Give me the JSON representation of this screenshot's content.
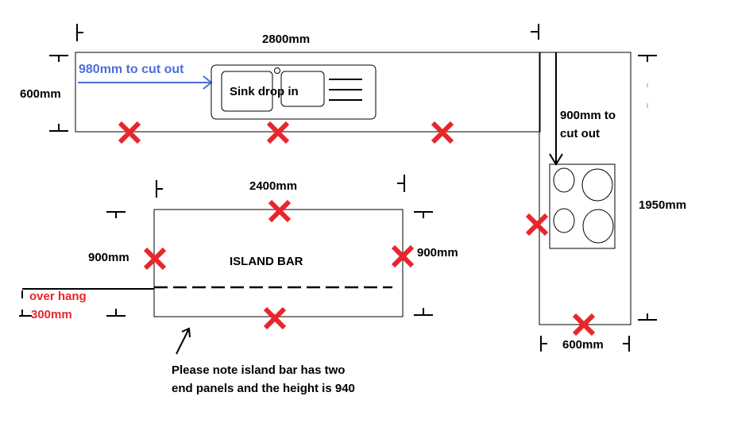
{
  "labels": {
    "top_length": "2800mm",
    "top_depth": "600mm",
    "sink_cutout": "980mm to cut out",
    "sink": "Sink drop in",
    "hob_cutout_line1": "900mm to",
    "hob_cutout_line2": "cut out",
    "side_length": "1950mm",
    "side_depth": "600mm",
    "island_length": "2400mm",
    "island_left_depth": "900mm",
    "island_right_depth": "900mm",
    "island_name": "ISLAND BAR",
    "overhang_line1": "over hang",
    "overhang_line2": "300mm",
    "note_line1": "Please note island bar has two",
    "note_line2": "end panels and the height is 940"
  },
  "colors": {
    "marker": "#e8262b",
    "cutout_text": "#4a6fd8",
    "overhang_text": "#e8262b"
  }
}
